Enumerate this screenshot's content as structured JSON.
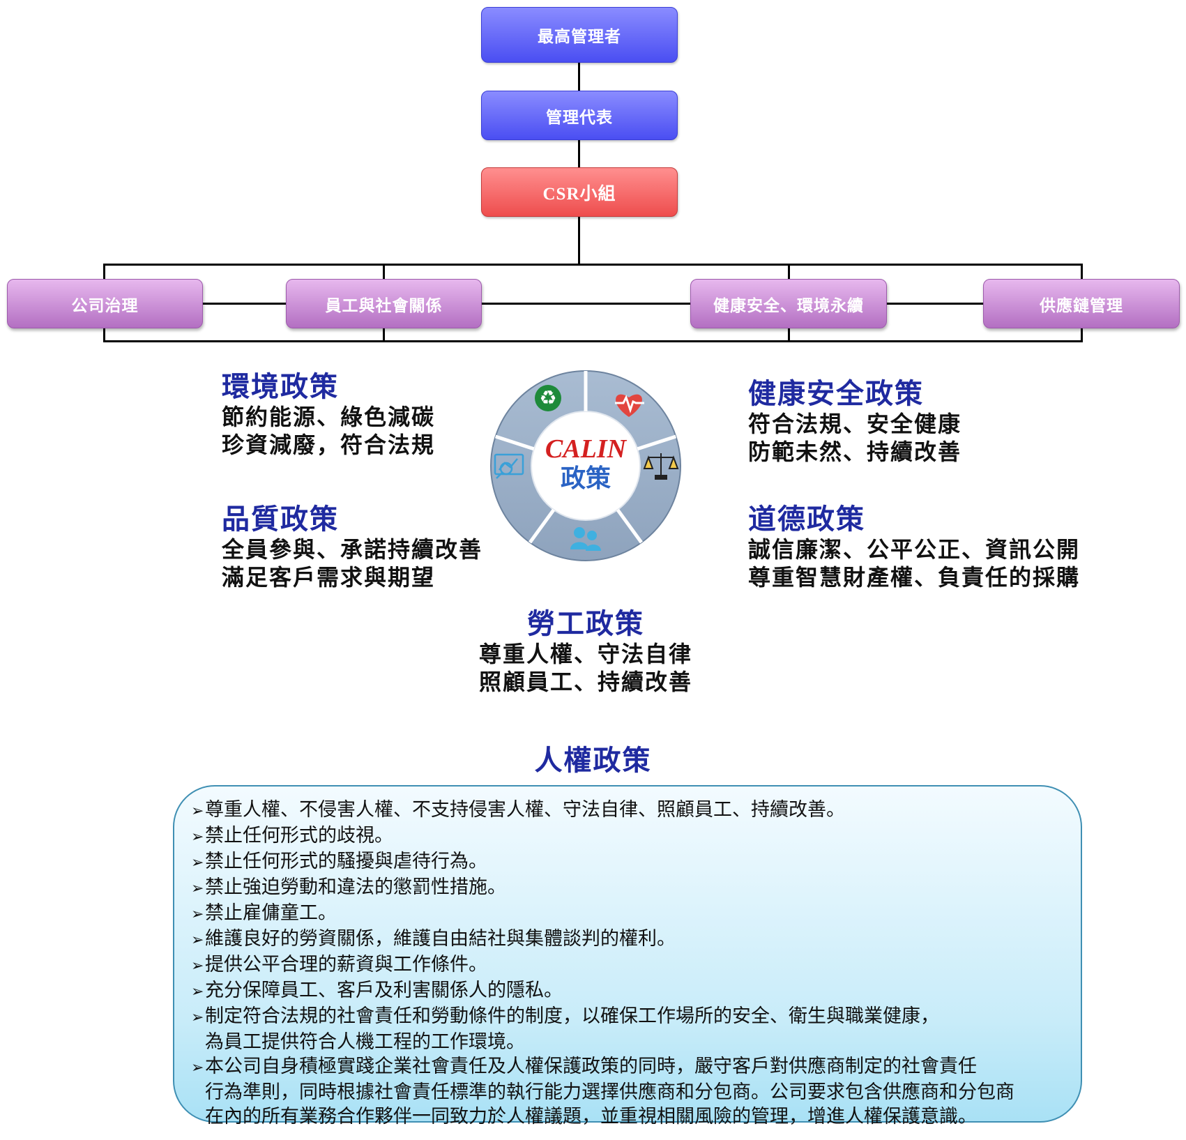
{
  "org_chart": {
    "top": "最高管理者",
    "rep": "管理代表",
    "csr": "CSR小組",
    "departments": [
      "公司治理",
      "員工與社會關係",
      "健康安全、環境永續",
      "供應鏈管理"
    ]
  },
  "wheel": {
    "center_top": "CALIN",
    "center_bottom": "政策",
    "icons": [
      "recycle-icon",
      "heart-pulse-icon",
      "scales-icon",
      "people-icon",
      "chart-icon"
    ],
    "colors": {
      "ring": "#9eb1c8",
      "center_top": "#d42020",
      "center_bottom": "#2a63c4"
    }
  },
  "policies": {
    "environment": {
      "title": "環境政策",
      "lines": [
        "節約能源、綠色減碳",
        "珍資減廢，符合法規"
      ]
    },
    "quality": {
      "title": "品質政策",
      "lines": [
        "全員參與、承諾持續改善",
        "滿足客戶需求與期望"
      ]
    },
    "health_safety": {
      "title": "健康安全政策",
      "lines": [
        "符合法規、安全健康",
        "防範未然、持續改善"
      ]
    },
    "ethics": {
      "title": "道德政策",
      "lines": [
        "誠信廉潔、公平公正、資訊公開",
        "尊重智慧財產權、負責任的採購"
      ]
    },
    "labor": {
      "title": "勞工政策",
      "lines": [
        "尊重人權、守法自律",
        "照顧員工、持續改善"
      ]
    }
  },
  "human_rights": {
    "title": "人權政策",
    "bullet": "➢",
    "items": [
      [
        "尊重人權、不侵害人權、不支持侵害人權、守法自律、照顧員工、持續改善。"
      ],
      [
        "禁止任何形式的歧視。"
      ],
      [
        "禁止任何形式的騷擾與虐待行為。"
      ],
      [
        "禁止強迫勞動和違法的懲罰性措施。"
      ],
      [
        "禁止雇傭童工。"
      ],
      [
        "維護良好的勞資關係，維護自由結社與集體談判的權利。"
      ],
      [
        "提供公平合理的薪資與工作條件。"
      ],
      [
        "充分保障員工、客戶及利害關係人的隱私。"
      ],
      [
        "制定符合法規的社會責任和勞動條件的制度，以確保工作場所的安全、衛生與職業健康，",
        "為員工提供符合人機工程的工作環境。"
      ],
      [
        "本公司自身積極實踐企業社會責任及人權保護政策的同時，嚴守客戶對供應商制定的社會責任",
        "行為準則，同時根據社會責任標準的執行能力選擇供應商和分包商。公司要求包含供應商和分包商",
        "在內的所有業務合作夥伴一同致力於人權議題，並重視相關風險的管理，增進人權保護意識。"
      ]
    ]
  }
}
